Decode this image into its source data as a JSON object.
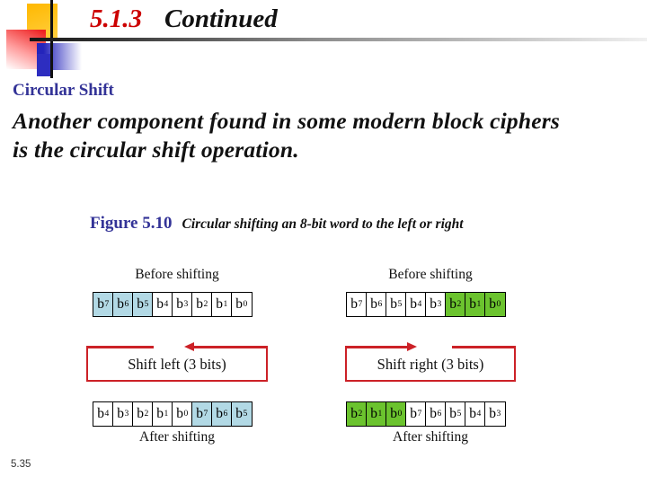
{
  "slide": {
    "title_number": "5.1.3",
    "title_text": "Continued",
    "section_heading": "Circular Shift",
    "body_line1": "Another component found in some modern block ciphers",
    "body_line2": "is the circular shift operation.",
    "page_number": "5.35"
  },
  "figure": {
    "label": "Figure 5.10",
    "caption": "Circular shifting an 8-bit word to the left or right",
    "left_diagram": {
      "before_label": "Before shifting",
      "after_label": "After shifting",
      "shift_label": "Shift left (3 bits)",
      "arrow_direction": "left",
      "before_cells": [
        {
          "b": "b",
          "sub": "7",
          "hl": "blue"
        },
        {
          "b": "b",
          "sub": "6",
          "hl": "blue"
        },
        {
          "b": "b",
          "sub": "5",
          "hl": "blue"
        },
        {
          "b": "b",
          "sub": "4",
          "hl": null
        },
        {
          "b": "b",
          "sub": "3",
          "hl": null
        },
        {
          "b": "b",
          "sub": "2",
          "hl": null
        },
        {
          "b": "b",
          "sub": "1",
          "hl": null
        },
        {
          "b": "b",
          "sub": "0",
          "hl": null
        }
      ],
      "after_cells": [
        {
          "b": "b",
          "sub": "4",
          "hl": null
        },
        {
          "b": "b",
          "sub": "3",
          "hl": null
        },
        {
          "b": "b",
          "sub": "2",
          "hl": null
        },
        {
          "b": "b",
          "sub": "1",
          "hl": null
        },
        {
          "b": "b",
          "sub": "0",
          "hl": null
        },
        {
          "b": "b",
          "sub": "7",
          "hl": "blue"
        },
        {
          "b": "b",
          "sub": "6",
          "hl": "blue"
        },
        {
          "b": "b",
          "sub": "5",
          "hl": "blue"
        }
      ]
    },
    "right_diagram": {
      "before_label": "Before shifting",
      "after_label": "After shifting",
      "shift_label": "Shift right (3 bits)",
      "arrow_direction": "right",
      "before_cells": [
        {
          "b": "b",
          "sub": "7",
          "hl": null
        },
        {
          "b": "b",
          "sub": "6",
          "hl": null
        },
        {
          "b": "b",
          "sub": "5",
          "hl": null
        },
        {
          "b": "b",
          "sub": "4",
          "hl": null
        },
        {
          "b": "b",
          "sub": "3",
          "hl": null
        },
        {
          "b": "b",
          "sub": "2",
          "hl": "green"
        },
        {
          "b": "b",
          "sub": "1",
          "hl": "green"
        },
        {
          "b": "b",
          "sub": "0",
          "hl": "green"
        }
      ],
      "after_cells": [
        {
          "b": "b",
          "sub": "2",
          "hl": "green"
        },
        {
          "b": "b",
          "sub": "1",
          "hl": "green"
        },
        {
          "b": "b",
          "sub": "0",
          "hl": "green"
        },
        {
          "b": "b",
          "sub": "7",
          "hl": null
        },
        {
          "b": "b",
          "sub": "6",
          "hl": null
        },
        {
          "b": "b",
          "sub": "5",
          "hl": null
        },
        {
          "b": "b",
          "sub": "4",
          "hl": null
        },
        {
          "b": "b",
          "sub": "3",
          "hl": null
        }
      ]
    }
  },
  "colors": {
    "title_red": "#cc0000",
    "heading_blue": "#333397",
    "arrow_box_red": "#cc2127",
    "cell_highlight_blue": "#b2d9e5",
    "cell_highlight_green": "#6bc32e",
    "logo_yellow": "#ffb800",
    "logo_red": "#ee2222",
    "logo_blue": "#2424bb"
  }
}
